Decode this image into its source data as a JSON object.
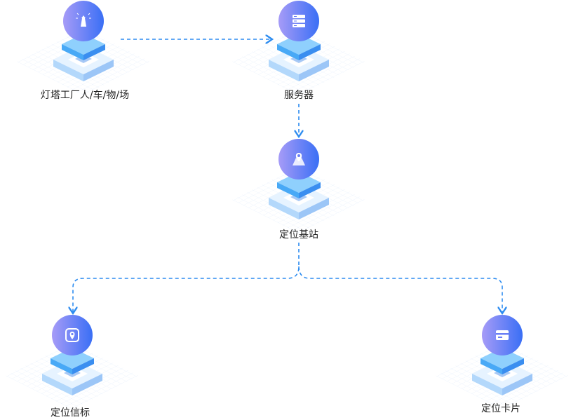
{
  "colors": {
    "edge": "#2d8cf0",
    "circle_start": "#a69bf7",
    "circle_end": "#3a6ff5",
    "platform_top": "#6cc1fb",
    "platform_side": "#3ea2f5"
  },
  "nodes": [
    {
      "id": "lighthouse",
      "label": "灯塔工厂人/车/物/场",
      "icon": "lighthouse-icon"
    },
    {
      "id": "server",
      "label": "服务器",
      "icon": "server-icon"
    },
    {
      "id": "base-station",
      "label": "定位基站",
      "icon": "map-pin-icon"
    },
    {
      "id": "beacon",
      "label": "定位信标",
      "icon": "location-beacon-icon"
    },
    {
      "id": "card",
      "label": "定位卡片",
      "icon": "card-icon"
    }
  ]
}
